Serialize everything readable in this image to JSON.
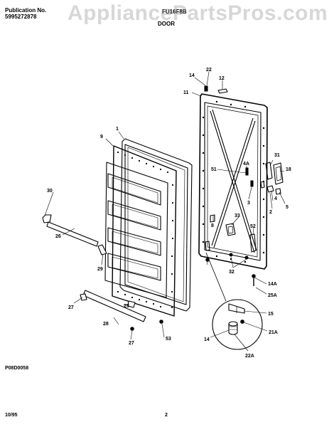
{
  "header": {
    "publication_label": "Publication No.",
    "publication_number": "5995272878",
    "model": "FU16F8B",
    "section_title": "DOOR"
  },
  "watermark": "AppliancePartsPros.com",
  "diagram_code": "P08D0058",
  "footer": {
    "date": "10/95",
    "page": "2"
  },
  "part_labels": {
    "p1": "1",
    "p2": "2",
    "p3": "3",
    "p4": "4",
    "p4A": "4A",
    "p5": "5",
    "p8": "8",
    "p9": "9",
    "p11": "11",
    "p12": "12",
    "p14": "14",
    "p14b": "14",
    "p14A": "14A",
    "p15": "15",
    "p18": "18",
    "p21A": "21A",
    "p22": "22",
    "p22A": "22A",
    "p25": "25",
    "p25A": "25A",
    "p26": "26",
    "p27a": "27",
    "p27b": "27",
    "p28": "28",
    "p29": "29",
    "p30": "30",
    "p31": "31",
    "p32": "32",
    "p33": "33",
    "p51": "51",
    "p52": "52",
    "p53": "53"
  },
  "colors": {
    "line": "#000000",
    "watermark": "#969696"
  }
}
